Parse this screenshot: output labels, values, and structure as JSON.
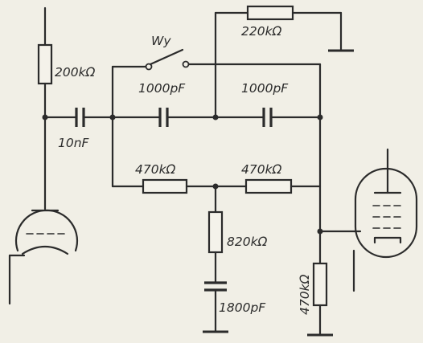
{
  "labels": {
    "r_plate": "200kΩ",
    "r_feedback": "220kΩ",
    "switch": "Wy",
    "c_coupling": "10nF",
    "c_series_1": "1000pF",
    "c_series_2": "1000pF",
    "r_series_1": "470kΩ",
    "r_series_2": "470kΩ",
    "r_shunt": "820kΩ",
    "c_shunt": "1800pF",
    "r_grid": "470kΩ"
  }
}
